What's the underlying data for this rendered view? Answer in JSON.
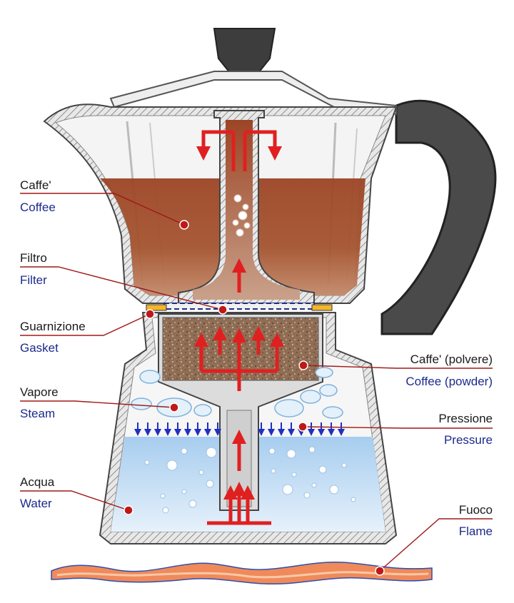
{
  "labels": {
    "coffee": {
      "it": "Caffe'",
      "en": "Coffee"
    },
    "filter": {
      "it": "Filtro",
      "en": "Filter"
    },
    "gasket": {
      "it": "Guarnizione",
      "en": "Gasket"
    },
    "coffee_powder": {
      "it": "Caffe' (polvere)",
      "en": "Coffee (powder)"
    },
    "steam": {
      "it": "Vapore",
      "en": "Steam"
    },
    "pressure": {
      "it": "Pressione",
      "en": "Pressure"
    },
    "water": {
      "it": "Acqua",
      "en": "Water"
    },
    "flame": {
      "it": "Fuoco",
      "en": "Flame"
    }
  },
  "colors": {
    "coffee": "#a0482a",
    "water": "#bfdcf2",
    "powder": "#8a6a52",
    "flow_arrow": "#e02020",
    "leader_line": "#a01818",
    "english_text": "#1c2a8c",
    "body_metal": "#8a8a8a",
    "handle": "#4a4a4a"
  }
}
